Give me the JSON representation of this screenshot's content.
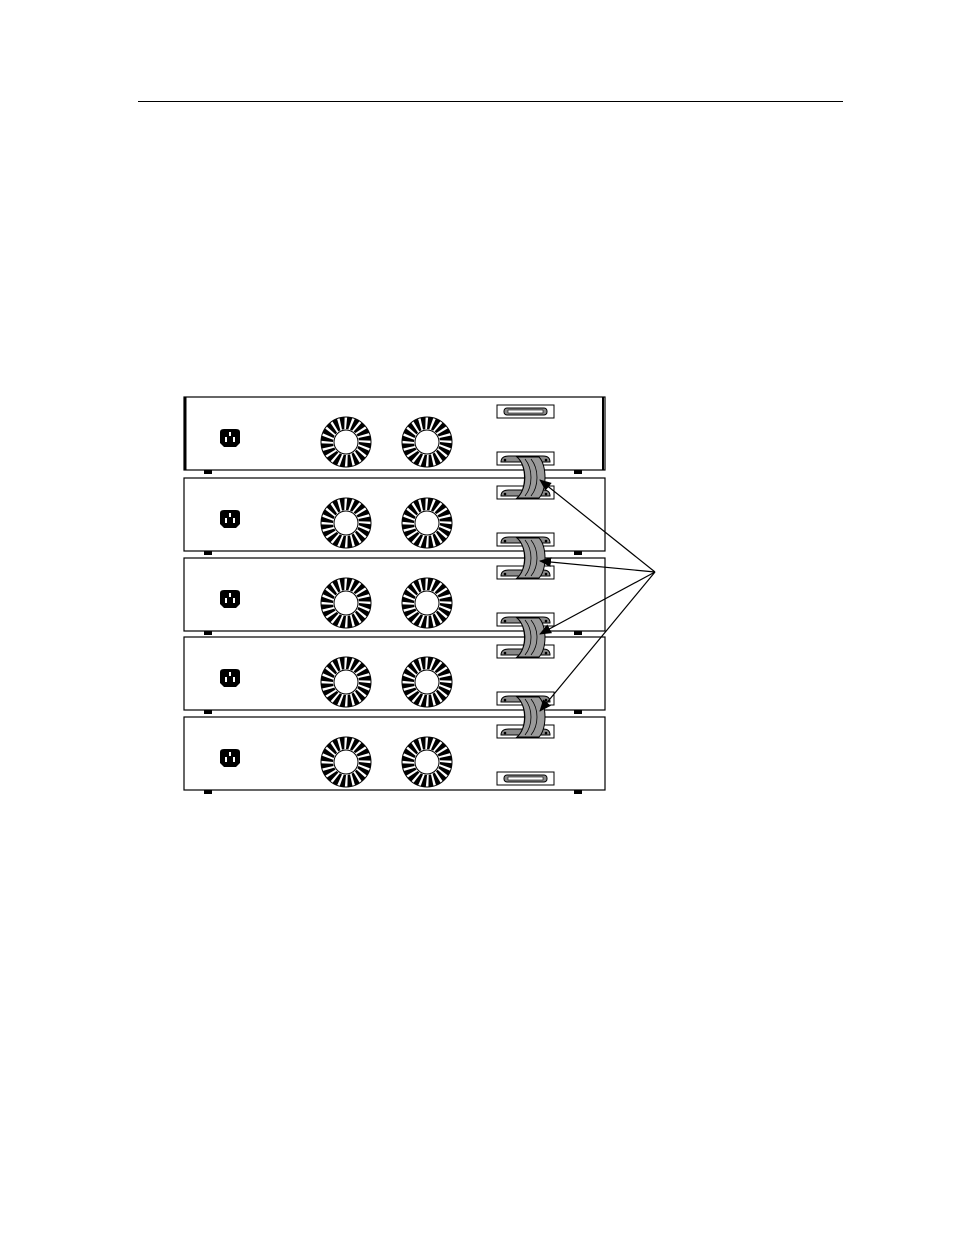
{
  "diagram": {
    "units": 5,
    "unit_parts": [
      "power-inlet",
      "fan",
      "fan",
      "cascade-port-upper",
      "cascade-port-lower"
    ],
    "top_unit_upper_port": "unused-connector",
    "bottom_unit_lower_port": "unused-connector",
    "cascade_cables": 4,
    "callout_arrows": 4,
    "colors": {
      "line": "#000000",
      "cable_fill": "#9a9a9a",
      "connector_fill": "#8a8a8a",
      "background": "#ffffff"
    }
  }
}
